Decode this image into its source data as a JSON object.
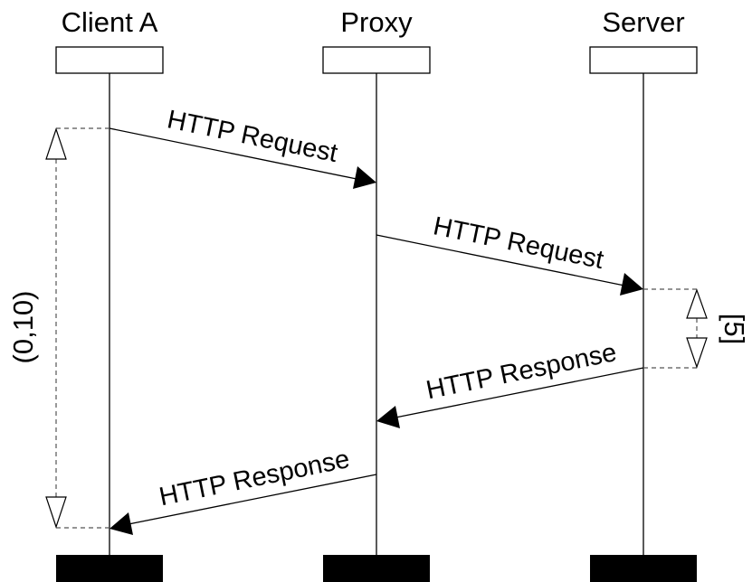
{
  "participants": [
    {
      "name": "Client A"
    },
    {
      "name": "Proxy"
    },
    {
      "name": "Server"
    }
  ],
  "messages": [
    {
      "label": "HTTP Request",
      "from": "Client A",
      "to": "Proxy"
    },
    {
      "label": "HTTP Request",
      "from": "Proxy",
      "to": "Server"
    },
    {
      "label": "HTTP Response",
      "from": "Server",
      "to": "Proxy"
    },
    {
      "label": "HTTP Response",
      "from": "Proxy",
      "to": "Client A"
    }
  ],
  "constraints": [
    {
      "label": "(0,10)",
      "scope": "Client A"
    },
    {
      "label": "[5]",
      "scope": "Server"
    }
  ],
  "colors": {
    "line": "#000000",
    "dashed": "#555555",
    "background": "#ffffff"
  }
}
